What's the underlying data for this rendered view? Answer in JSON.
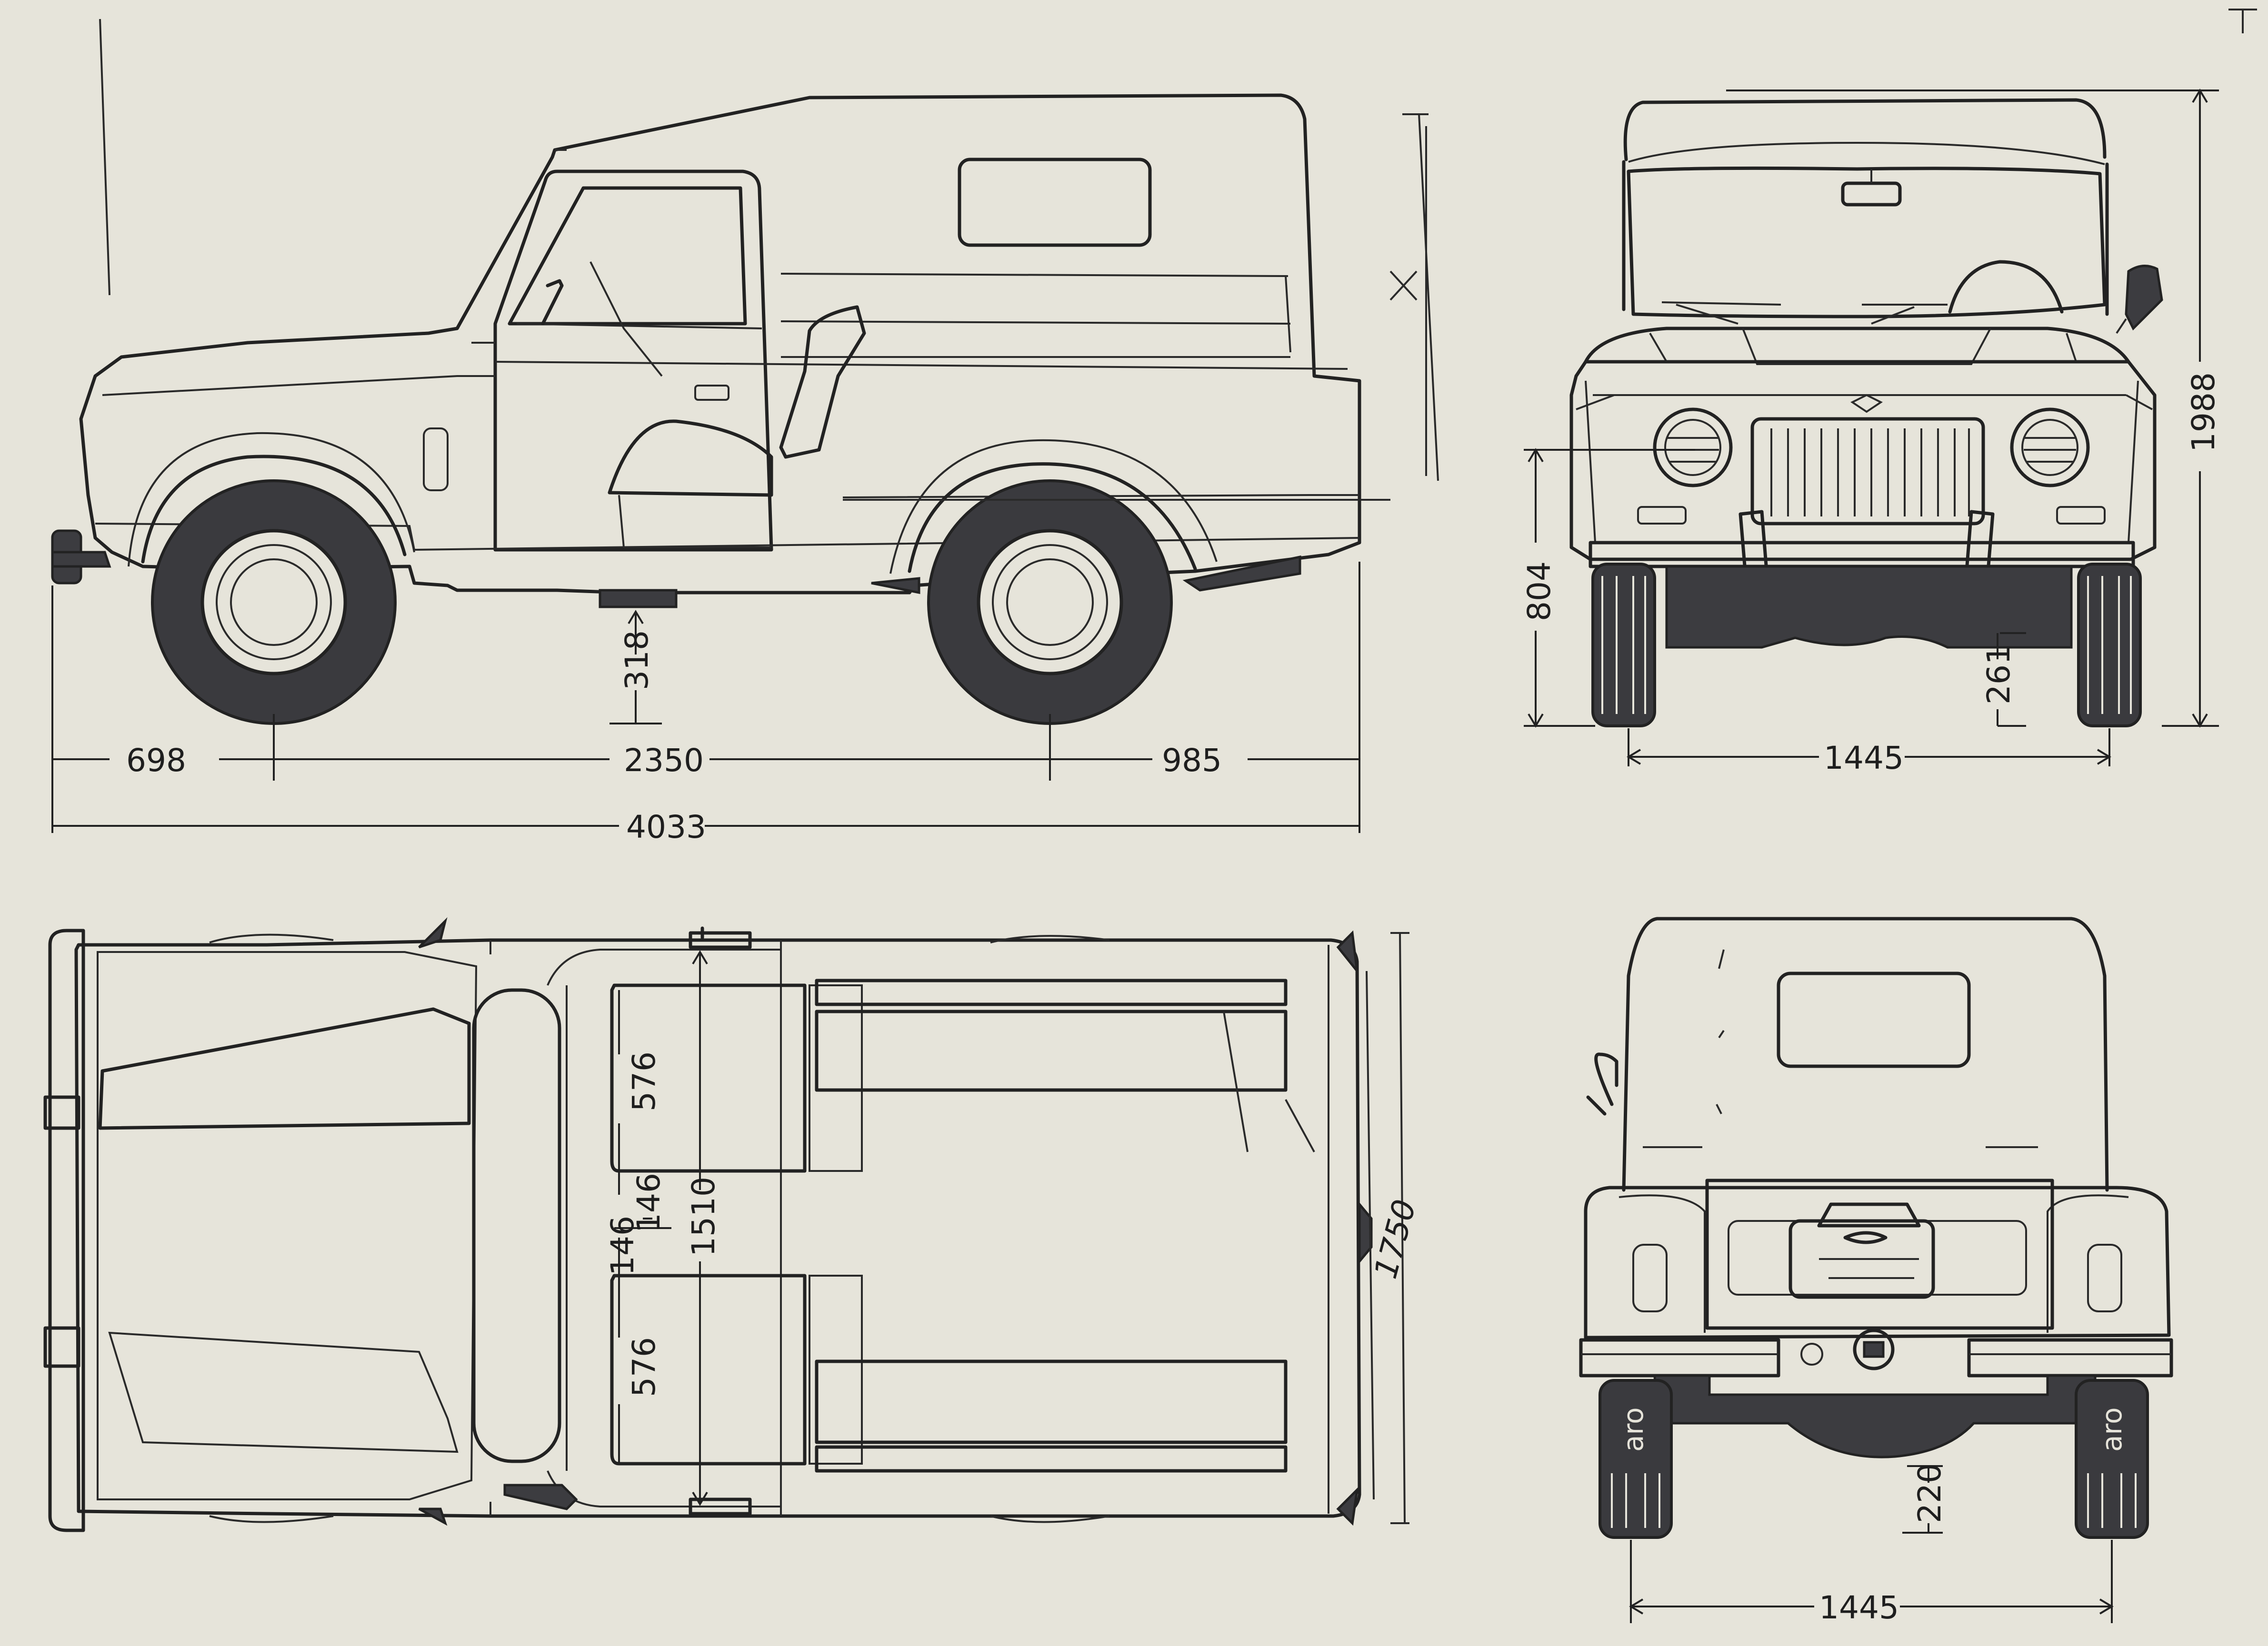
{
  "views": {
    "side": {
      "dimensions": {
        "front_overhang": "698",
        "wheelbase": "2350",
        "rear_overhang": "985",
        "overall_length": "4033",
        "ground_clearance": "318"
      }
    },
    "front": {
      "dimensions": {
        "height": "1988",
        "axle_height": "804",
        "clearance": "261",
        "track": "1445"
      }
    },
    "top": {
      "dimensions": {
        "seat_width_front": "576",
        "seat_gap_a": "146",
        "seat_gap_b": "146",
        "seat_width_rear": "576",
        "interior_width": "1510",
        "overall_width": "1750"
      }
    },
    "rear": {
      "dimensions": {
        "clearance": "220",
        "track": "1445"
      },
      "badge_text": "aro"
    }
  },
  "colors": {
    "paper": "#e6e4da",
    "ink": "#222222",
    "tyre": "#3a3a3e"
  }
}
